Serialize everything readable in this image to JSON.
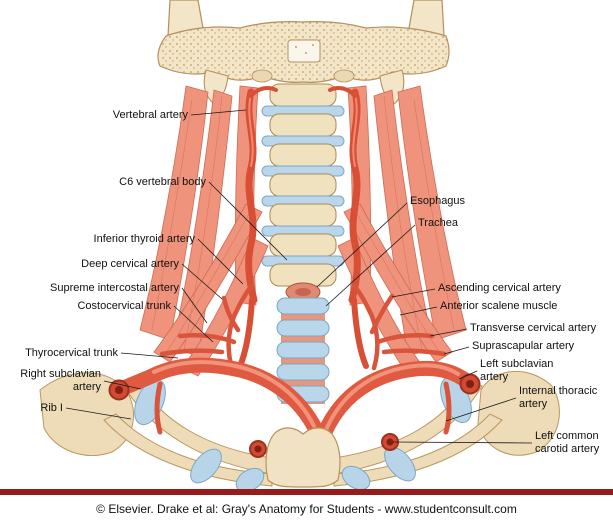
{
  "figure": {
    "labels_left": [
      {
        "id": "vertebral-artery",
        "text": "Vertebral artery"
      },
      {
        "id": "c6-vertebral-body",
        "text": "C6 vertebral body"
      },
      {
        "id": "inferior-thyroid-artery",
        "text": "Inferior thyroid artery"
      },
      {
        "id": "deep-cervical-artery",
        "text": "Deep cervical artery"
      },
      {
        "id": "supreme-intercostal-artery",
        "text": "Supreme intercostal artery"
      },
      {
        "id": "costocervical-trunk",
        "text": "Costocervical trunk"
      },
      {
        "id": "thyrocervical-trunk",
        "text": "Thyrocervical trunk"
      },
      {
        "id": "right-subclavian-artery",
        "text": "Right subclavian artery"
      },
      {
        "id": "rib-i",
        "text": "Rib I"
      }
    ],
    "labels_right": [
      {
        "id": "esophagus",
        "text": "Esophagus"
      },
      {
        "id": "trachea",
        "text": "Trachea"
      },
      {
        "id": "ascending-cervical-artery",
        "text": "Ascending cervical artery"
      },
      {
        "id": "anterior-scalene-muscle",
        "text": "Anterior scalene muscle"
      },
      {
        "id": "transverse-cervical-artery",
        "text": "Transverse cervical artery"
      },
      {
        "id": "suprascapular-artery",
        "text": "Suprascapular artery"
      },
      {
        "id": "left-subclavian-artery",
        "text": "Left subclavian artery"
      },
      {
        "id": "internal-thoracic-artery",
        "text": "Internal thoracic artery"
      },
      {
        "id": "left-common-carotid-artery",
        "text": "Left common carotid artery"
      }
    ],
    "caption": "© Elsevier. Drake et al: Gray's Anatomy for Students - www.studentconsult.com",
    "colors": {
      "bone": "#f2e5c8",
      "bone_outline": "#b5905a",
      "muscle": "#f0937c",
      "artery": "#e05a41",
      "artery_dark": "#9c3120",
      "cartilage": "#b7d4e8",
      "footer_bar": "#981b1e",
      "background": "#ffffff",
      "label_text": "#111111"
    }
  }
}
